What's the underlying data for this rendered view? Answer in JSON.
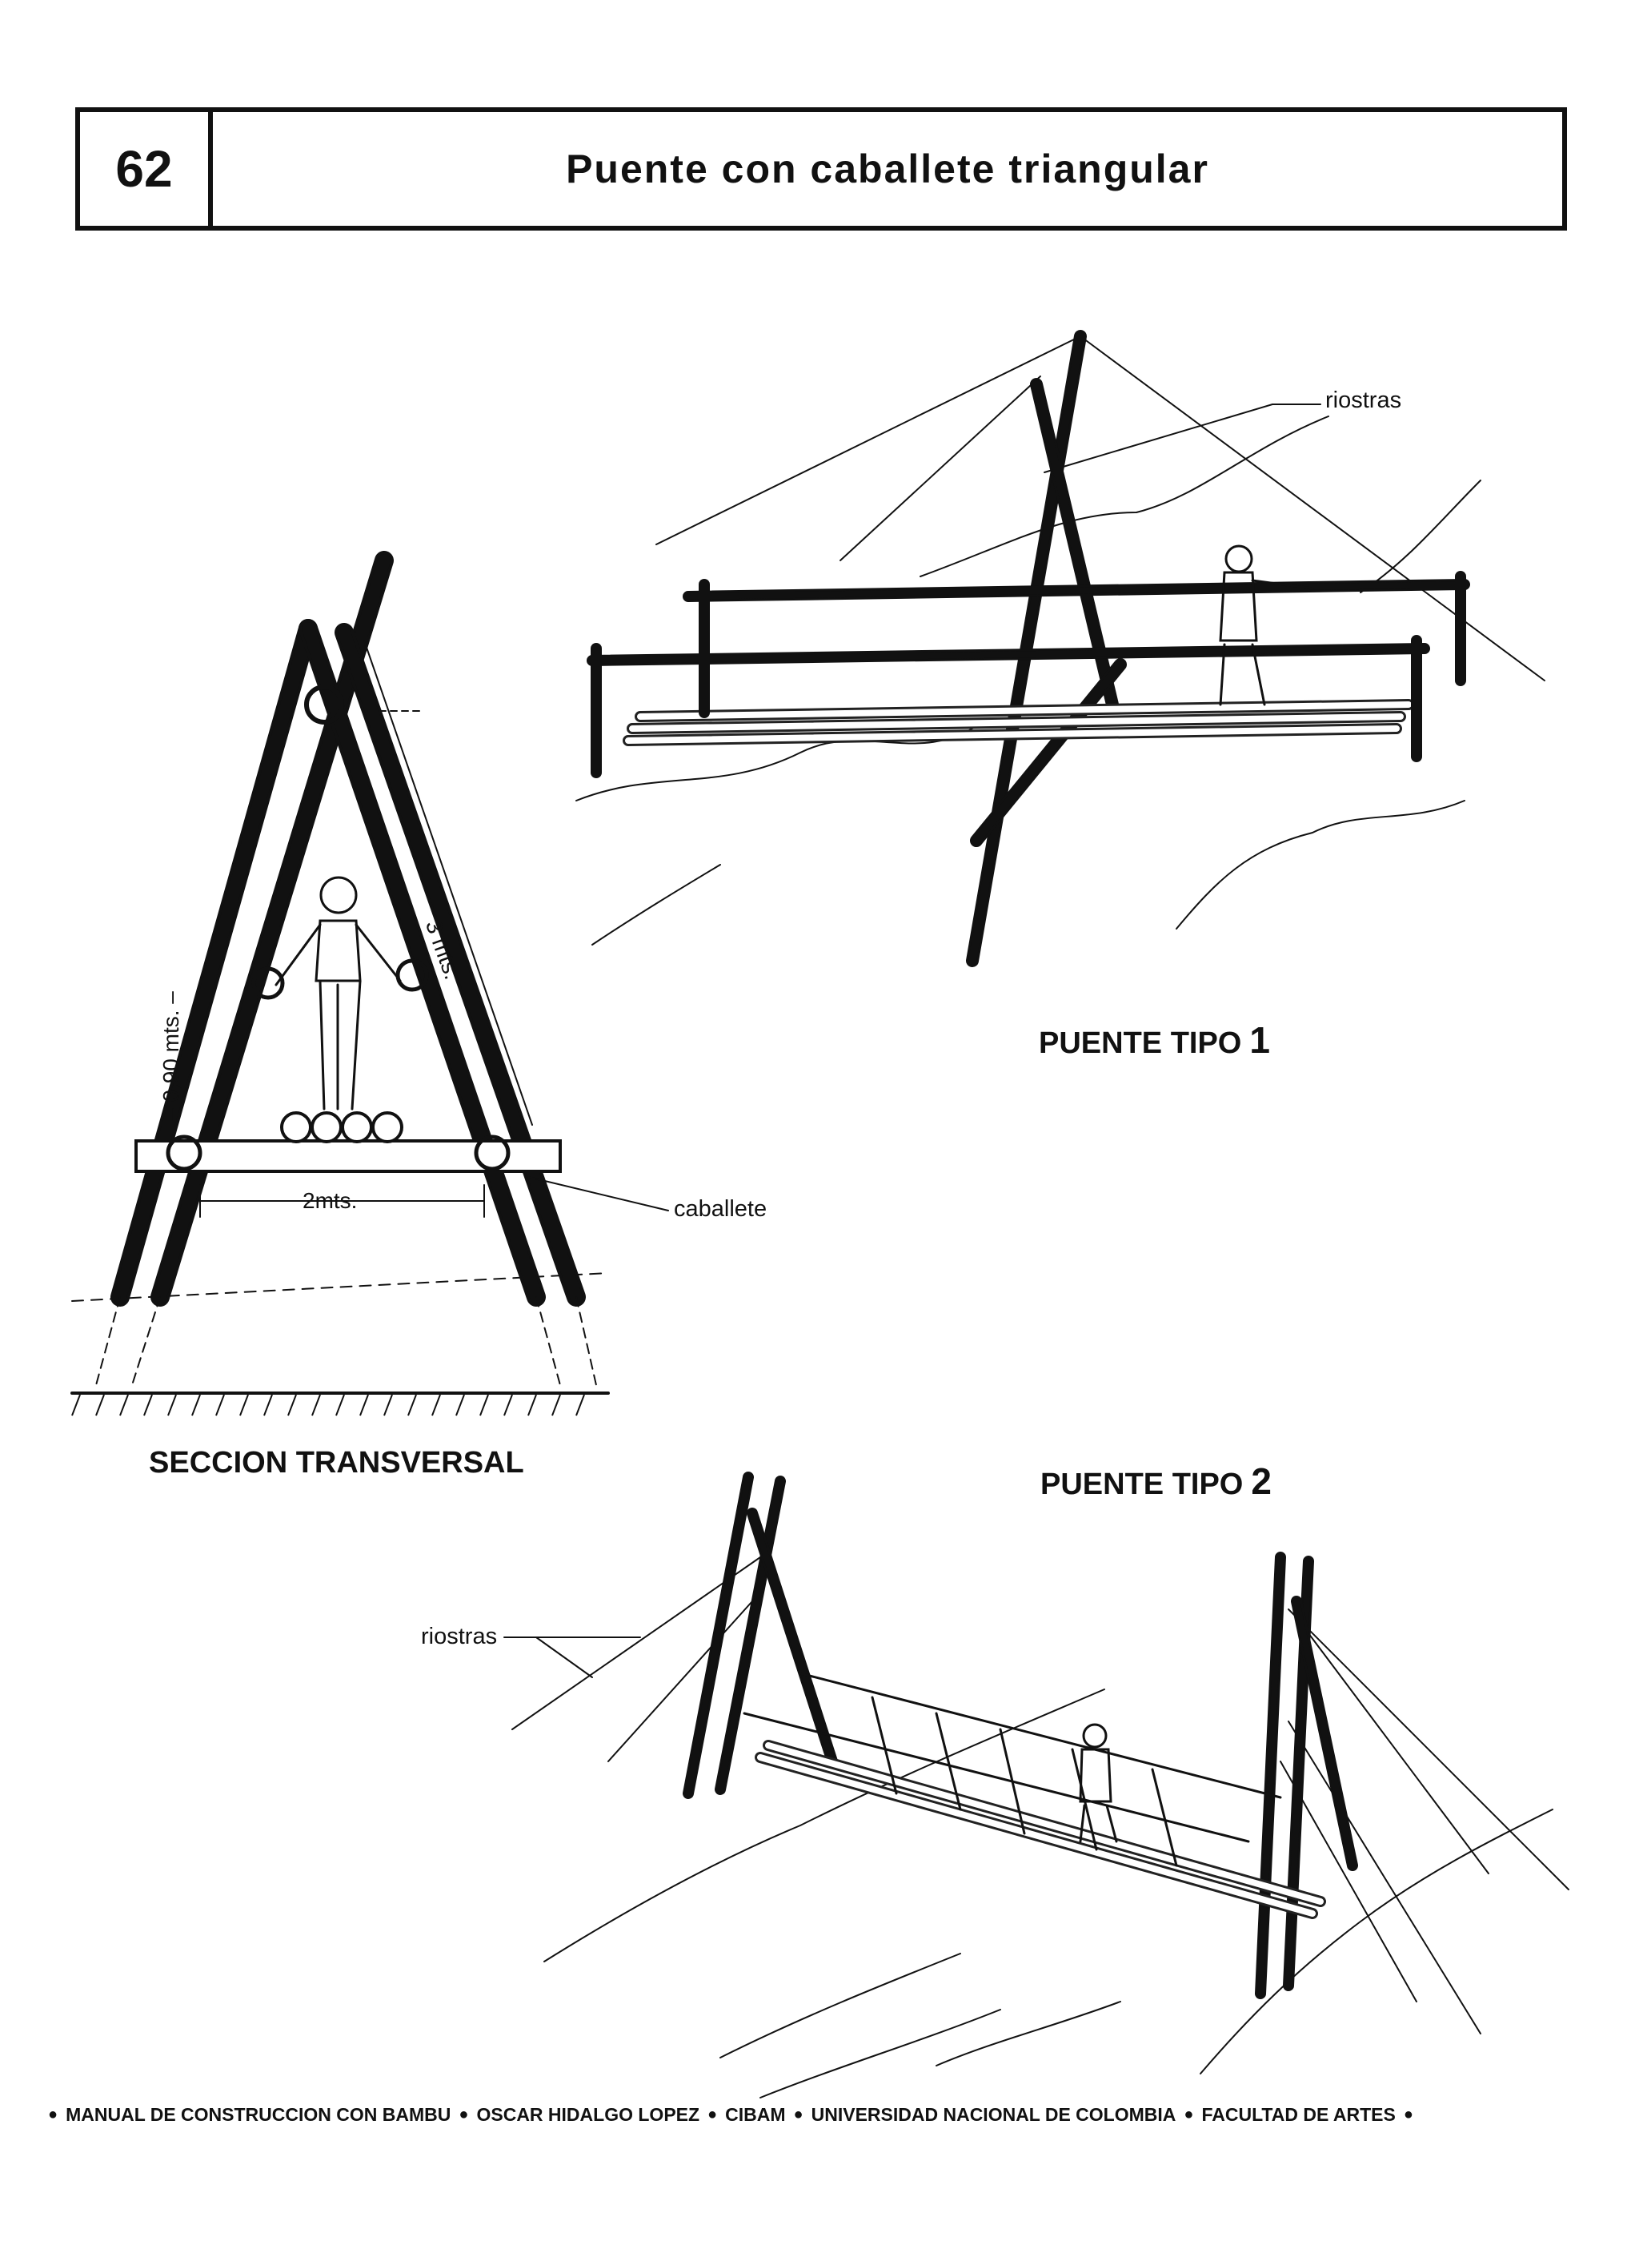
{
  "header": {
    "page_number": "62",
    "title": "Puente con caballete triangular"
  },
  "figures": {
    "section": {
      "caption": "SECCION TRANSVERSAL",
      "dim_height": "– 0,90 mts. –",
      "dim_length": "3 mts.",
      "dim_width": "2mts.",
      "label_caballete": "caballete"
    },
    "tipo1": {
      "caption": "PUENTE TIPO",
      "number": "1",
      "label_riostras": "riostras"
    },
    "tipo2": {
      "caption": "PUENTE TIPO",
      "number": "2",
      "label_riostras": "riostras"
    }
  },
  "footer": {
    "items": [
      "MANUAL DE CONSTRUCCION CON BAMBU",
      "OSCAR HIDALGO LOPEZ",
      "CIBAM",
      "UNIVERSIDAD NACIONAL DE COLOMBIA",
      "FACULTAD DE ARTES"
    ]
  }
}
